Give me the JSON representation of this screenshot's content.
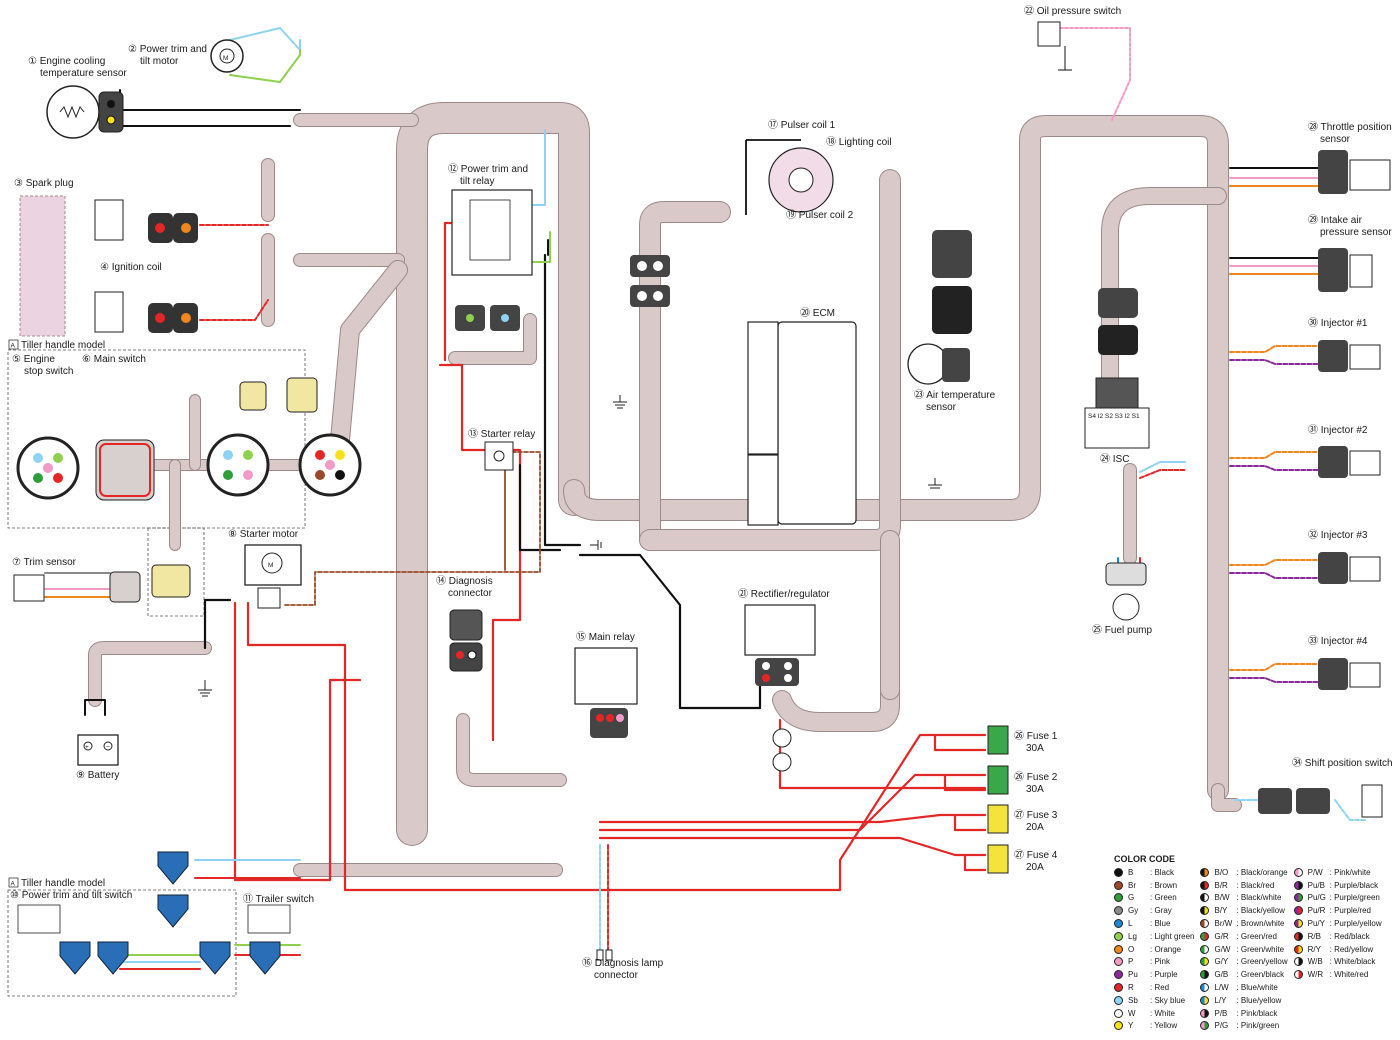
{
  "components": [
    {
      "id": "c1",
      "label": "① Engine cooling\ntemperature sensor"
    },
    {
      "id": "c2",
      "label": "② Power trim and\ntilt motor"
    },
    {
      "id": "c3",
      "label": "③ Spark plug"
    },
    {
      "id": "c4",
      "label": "④ Ignition coil"
    },
    {
      "id": "c5",
      "label": "⑤ Engine\nstop switch"
    },
    {
      "id": "c6",
      "label": "⑥ Main switch"
    },
    {
      "id": "c7",
      "label": "⑦ Trim sensor"
    },
    {
      "id": "c8",
      "label": "⑧ Starter motor"
    },
    {
      "id": "c9",
      "label": "⑨ Battery"
    },
    {
      "id": "c10",
      "label": "⑩ Power trim and tilt switch"
    },
    {
      "id": "c11",
      "label": "⑪ Trailer switch"
    },
    {
      "id": "c12",
      "label": "⑫ Power trim and\ntilt relay"
    },
    {
      "id": "c13",
      "label": "⑬ Starter relay"
    },
    {
      "id": "c14",
      "label": "⑭ Diagnosis\nconnector"
    },
    {
      "id": "c15",
      "label": "⑮ Main relay"
    },
    {
      "id": "c16",
      "label": "⑯ Diagnosis lamp\nconnector"
    },
    {
      "id": "c17",
      "label": "⑰ Pulser coil 1"
    },
    {
      "id": "c18",
      "label": "⑱ Lighting coil"
    },
    {
      "id": "c19",
      "label": "⑲ Pulser coil 2"
    },
    {
      "id": "c20",
      "label": "⑳ ECM"
    },
    {
      "id": "c21",
      "label": "㉑ Rectifier/regulator"
    },
    {
      "id": "c22",
      "label": "㉒ Oil pressure switch"
    },
    {
      "id": "c23",
      "label": "㉓ Air temperature\nsensor"
    },
    {
      "id": "c24",
      "label": "㉔ ISC"
    },
    {
      "id": "c25",
      "label": "㉕ Fuel pump"
    },
    {
      "id": "c26",
      "label": "㉖ Fuse 1\n30A"
    },
    {
      "id": "c26b",
      "label": "㉖ Fuse 2\n30A"
    },
    {
      "id": "c27",
      "label": "㉗ Fuse 3\n20A"
    },
    {
      "id": "c27b",
      "label": "㉗ Fuse 4\n20A"
    },
    {
      "id": "c28",
      "label": "㉘ Throttle position\nsensor"
    },
    {
      "id": "c29",
      "label": "㉙ Intake air\npressure sensor"
    },
    {
      "id": "c30",
      "label": "㉚ Injector #1"
    },
    {
      "id": "c31",
      "label": "㉛ Injector #2"
    },
    {
      "id": "c32",
      "label": "㉜ Injector #3"
    },
    {
      "id": "c33",
      "label": "㉝ Injector #4"
    },
    {
      "id": "c34",
      "label": "㉞ Shift position switch"
    }
  ],
  "section_labels": {
    "tiller_top": "Tiller handle model",
    "tiller_bottom": "Tiller handle model",
    "section_mark": "A"
  },
  "isc_pins": "S4  I2   S2  S3  I2  S1",
  "legend": {
    "title": "COLOR CODE",
    "col1": [
      {
        "code": "B",
        "name": "Black",
        "color": "#111111"
      },
      {
        "code": "Br",
        "name": "Brown",
        "color": "#9a4a2a"
      },
      {
        "code": "G",
        "name": "Green",
        "color": "#2e9d3a"
      },
      {
        "code": "Gy",
        "name": "Gray",
        "color": "#8a8a8a"
      },
      {
        "code": "L",
        "name": "Blue",
        "color": "#1f86d1"
      },
      {
        "code": "Lg",
        "name": "Light green",
        "color": "#8fd14f"
      },
      {
        "code": "O",
        "name": "Orange",
        "color": "#f0861e"
      },
      {
        "code": "P",
        "name": "Pink",
        "color": "#f39ac7"
      },
      {
        "code": "Pu",
        "name": "Purple",
        "color": "#8a2a9a"
      },
      {
        "code": "R",
        "name": "Red",
        "color": "#e32626"
      },
      {
        "code": "Sb",
        "name": "Sky blue",
        "color": "#8fd3f4"
      },
      {
        "code": "W",
        "name": "White",
        "color": "#ffffff"
      },
      {
        "code": "Y",
        "name": "Yellow",
        "color": "#f6e21a"
      }
    ],
    "col2": [
      {
        "code": "B/O",
        "name": "Black/orange",
        "color": "#111111",
        "color2": "#f0861e"
      },
      {
        "code": "B/R",
        "name": "Black/red",
        "color": "#111111",
        "color2": "#e32626"
      },
      {
        "code": "B/W",
        "name": "Black/white",
        "color": "#111111",
        "color2": "#ffffff"
      },
      {
        "code": "B/Y",
        "name": "Black/yellow",
        "color": "#111111",
        "color2": "#f6e21a"
      },
      {
        "code": "Br/W",
        "name": "Brown/white",
        "color": "#9a4a2a",
        "color2": "#ffffff"
      },
      {
        "code": "G/R",
        "name": "Green/red",
        "color": "#2e9d3a",
        "color2": "#e32626"
      },
      {
        "code": "G/W",
        "name": "Green/white",
        "color": "#2e9d3a",
        "color2": "#ffffff"
      },
      {
        "code": "G/Y",
        "name": "Green/yellow",
        "color": "#2e9d3a",
        "color2": "#f6e21a"
      },
      {
        "code": "G/B",
        "name": "Green/black",
        "color": "#2e9d3a",
        "color2": "#111111"
      },
      {
        "code": "L/W",
        "name": "Blue/white",
        "color": "#1f86d1",
        "color2": "#ffffff"
      },
      {
        "code": "L/Y",
        "name": "Blue/yellow",
        "color": "#1f86d1",
        "color2": "#f6e21a"
      },
      {
        "code": "P/B",
        "name": "Pink/black",
        "color": "#f39ac7",
        "color2": "#111111"
      },
      {
        "code": "P/G",
        "name": "Pink/green",
        "color": "#f39ac7",
        "color2": "#2e9d3a"
      }
    ],
    "col3": [
      {
        "code": "P/W",
        "name": "Pink/white",
        "color": "#f39ac7",
        "color2": "#ffffff"
      },
      {
        "code": "Pu/B",
        "name": "Purple/black",
        "color": "#8a2a9a",
        "color2": "#111111"
      },
      {
        "code": "Pu/G",
        "name": "Purple/green",
        "color": "#8a2a9a",
        "color2": "#2e9d3a"
      },
      {
        "code": "Pu/R",
        "name": "Purple/red",
        "color": "#8a2a9a",
        "color2": "#e32626"
      },
      {
        "code": "Pu/Y",
        "name": "Purple/yellow",
        "color": "#8a2a9a",
        "color2": "#f6e21a"
      },
      {
        "code": "R/B",
        "name": "Red/black",
        "color": "#e32626",
        "color2": "#111111"
      },
      {
        "code": "R/Y",
        "name": "Red/yellow",
        "color": "#e32626",
        "color2": "#f6e21a"
      },
      {
        "code": "W/B",
        "name": "White/black",
        "color": "#ffffff",
        "color2": "#111111"
      },
      {
        "code": "W/R",
        "name": "White/red",
        "color": "#ffffff",
        "color2": "#e32626"
      }
    ]
  },
  "colors": {
    "harness": "#d9c9c8",
    "harness_edge": "#9b8a89",
    "red": "#e32626",
    "black": "#111111",
    "brown": "#9a4a2a",
    "green": "#2e9d3a",
    "lightgreen": "#8fd14f",
    "skyblue": "#8fd3f4",
    "pink": "#f39ac7",
    "purple": "#8a2a9a",
    "orange": "#f0861e",
    "yellow": "#f6e21a",
    "fuse_green": "#3aa84a",
    "fuse_yellow": "#f2e43a",
    "pulser_fill": "#f1dce8"
  }
}
